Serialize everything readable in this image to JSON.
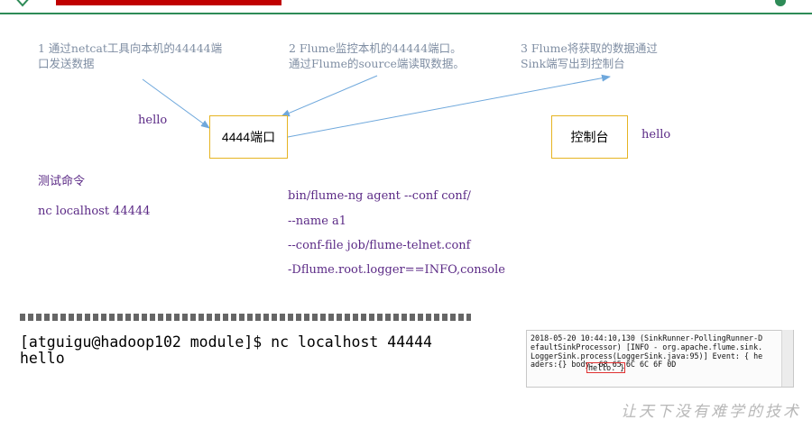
{
  "notes": {
    "step1": [
      "1 通过netcat工具向本机的44444端",
      "口发送数据"
    ],
    "step2": [
      "2 Flume监控本机的44444端口。",
      "通过Flume的source端读取数据。"
    ],
    "step3": [
      "3 Flume将获取的数据通过",
      "Sink端写出到控制台"
    ]
  },
  "boxes": {
    "port": "4444端口",
    "console": "控制台"
  },
  "labels": {
    "hello_in": "hello",
    "hello_out": "hello"
  },
  "test": {
    "title": "测试命令",
    "nc_command": "nc localhost 44444"
  },
  "flume_command": [
    "bin/flume-ng agent --conf conf/",
    "--name a1",
    "--conf-file job/flume-telnet.conf",
    "-Dflume.root.logger==INFO,console"
  ],
  "terminal": {
    "line1": "[atguigu@hadoop102 module]$ nc localhost 44444",
    "line2": "hello"
  },
  "console_log": [
    "2018-05-20 10:44:10,130 (SinkRunner-PollingRunner-D",
    "efaultSinkProcessor) [INFO - org.apache.flume.sink.",
    "LoggerSink.process(LoggerSink.java:95)] Event: { he",
    "aders:{} body: 68 65 6C 6C 6F 0D",
    "hello. }"
  ],
  "watermark": "让天下没有难学的技术",
  "colors": {
    "accent_green": "#2e8b57",
    "title_red": "#c00000",
    "box_border": "#e6b422",
    "arrow": "#6fa8dc",
    "note_gray": "#7f8ea3",
    "command_purple": "#5b2a86"
  }
}
